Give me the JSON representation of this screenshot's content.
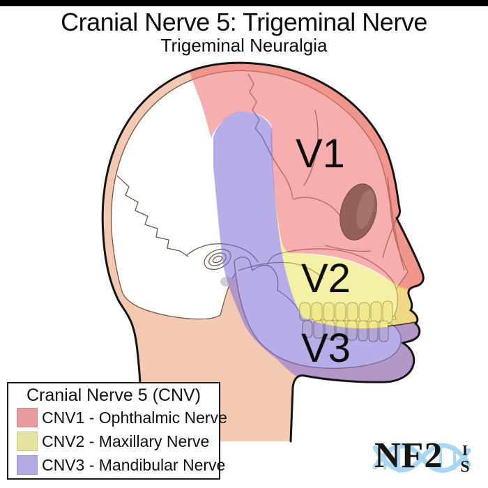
{
  "title": "Cranial Nerve 5: Trigeminal Nerve",
  "subtitle": "Trigeminal Neuralgia",
  "diagram": {
    "label_v1": "V1",
    "label_v2": "V2",
    "label_v3": "V3"
  },
  "legend": {
    "title": "Cranial Nerve 5 (CNV)",
    "items": [
      {
        "label": "CNV1 - Ophthalmic Nerve",
        "swatch": "#e89a9c"
      },
      {
        "label": "CNV2 - Maxillary Nerve",
        "swatch": "#e5e3a1"
      },
      {
        "label": "CNV3 - Mandibular Nerve",
        "swatch": "#b2aae2"
      }
    ]
  },
  "logo": {
    "main": "NF2",
    "stack_top": "I",
    "stack_bottom": "S"
  },
  "colors": {
    "v1-overlay": "#ef6f6f",
    "v2-overlay": "#ece45f",
    "v3-overlay": "#7f6fd8",
    "skin": "#f3c9b1",
    "skull": "#ffffff",
    "suture": "#6b5747",
    "outline": "#141414",
    "eye-socket": "#936159",
    "teeth": "#f6efcd",
    "helix": "#a9d7f3",
    "legend-v1": "#e89a9c",
    "legend-v2": "#e5e3a1",
    "legend-v3": "#b2aae2"
  }
}
